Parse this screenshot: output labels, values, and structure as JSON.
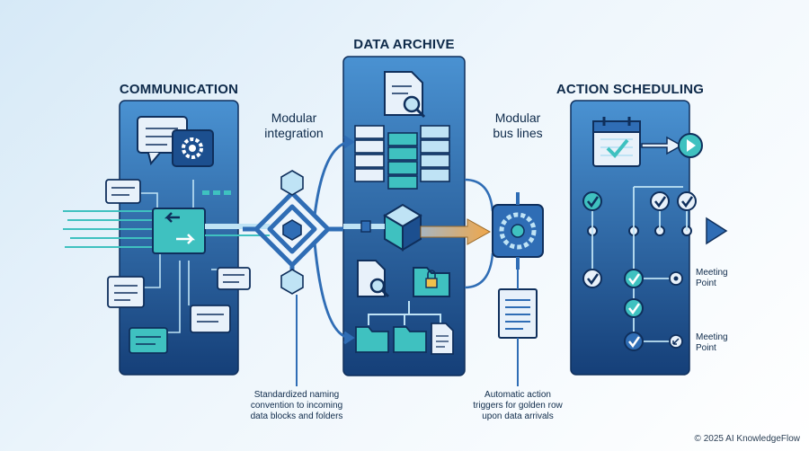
{
  "panels": {
    "communication": {
      "title": "COMMUNICATION"
    },
    "data_archive": {
      "title": "DATA ARCHIVE"
    },
    "action_scheduling": {
      "title": "ACTION SCHEDULING"
    }
  },
  "connectors": {
    "modular_integration": {
      "line1": "Modular",
      "line2": "integration"
    },
    "modular_bus_lines": {
      "line1": "Modular",
      "line2": "bus lines"
    }
  },
  "captions": {
    "naming": [
      "Standardized naming",
      "convention to incoming",
      "data blocks and folders"
    ],
    "triggers": [
      "Automatic action",
      "triggers for golden row",
      "upon data arrivals"
    ]
  },
  "meeting_points": [
    {
      "line1": "Meeting",
      "line2": "Point"
    },
    {
      "line1": "Meeting",
      "line2": "Point"
    }
  ],
  "footer": {
    "copyright": "© 2025 AI KnowledgeFlow"
  },
  "colors": {
    "panel_dark": "#1c4f8f",
    "panel_light": "#3a86c8",
    "teal": "#3fc1c0",
    "arrow_orange": "#e8a64a",
    "node_blue": "#2f6db5",
    "text_dark": "#0e2a4a"
  },
  "icons": [
    "chat-bubble-icon",
    "gear-icon",
    "document-search-icon",
    "server-stack-icon",
    "folder-lock-icon",
    "calendar-check-icon",
    "play-button-icon",
    "check-circle-icon",
    "arrow-left-icon",
    "arrow-right-icon",
    "list-document-icon"
  ]
}
